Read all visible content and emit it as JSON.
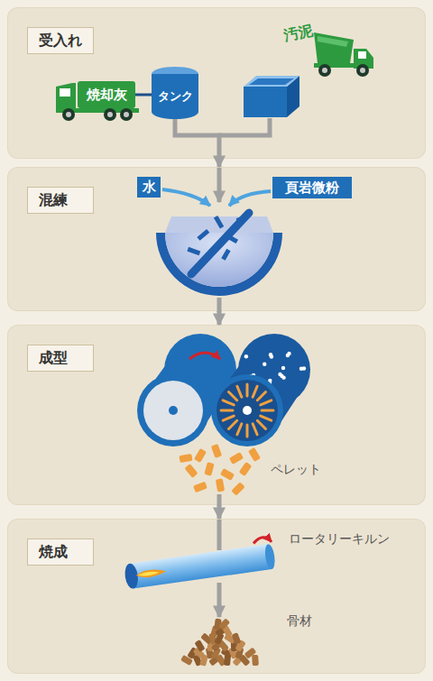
{
  "diagram": {
    "nodes": [
      {
        "text": [
          "受入れ"
        ]
      },
      {
        "text": [
          "焼却灰"
        ],
        "in": 0
      },
      {
        "text": [
          "タンク"
        ],
        "in": 0
      },
      {
        "text": [
          "汚泥"
        ],
        "in": 0
      },
      {
        "text": [
          "混練"
        ]
      },
      {
        "text": [
          "水"
        ],
        "in": 4
      },
      {
        "text": [
          "頁岩微粉"
        ],
        "in": 4
      },
      {
        "text": [
          "成型"
        ]
      },
      {
        "text": [
          "焼成"
        ]
      }
    ],
    "edges": [
      {
        "from": 1,
        "to": 2,
        "arrow": "none"
      },
      {
        "from": 2,
        "to": 4,
        "arrow": "to"
      },
      {
        "from": 4,
        "to": 7,
        "arrow": "to"
      },
      {
        "from": 7,
        "to": 8,
        "arrow": "to"
      }
    ],
    "labels": [
      "ペレット",
      "ロータリーキルン",
      "骨材"
    ]
  }
}
